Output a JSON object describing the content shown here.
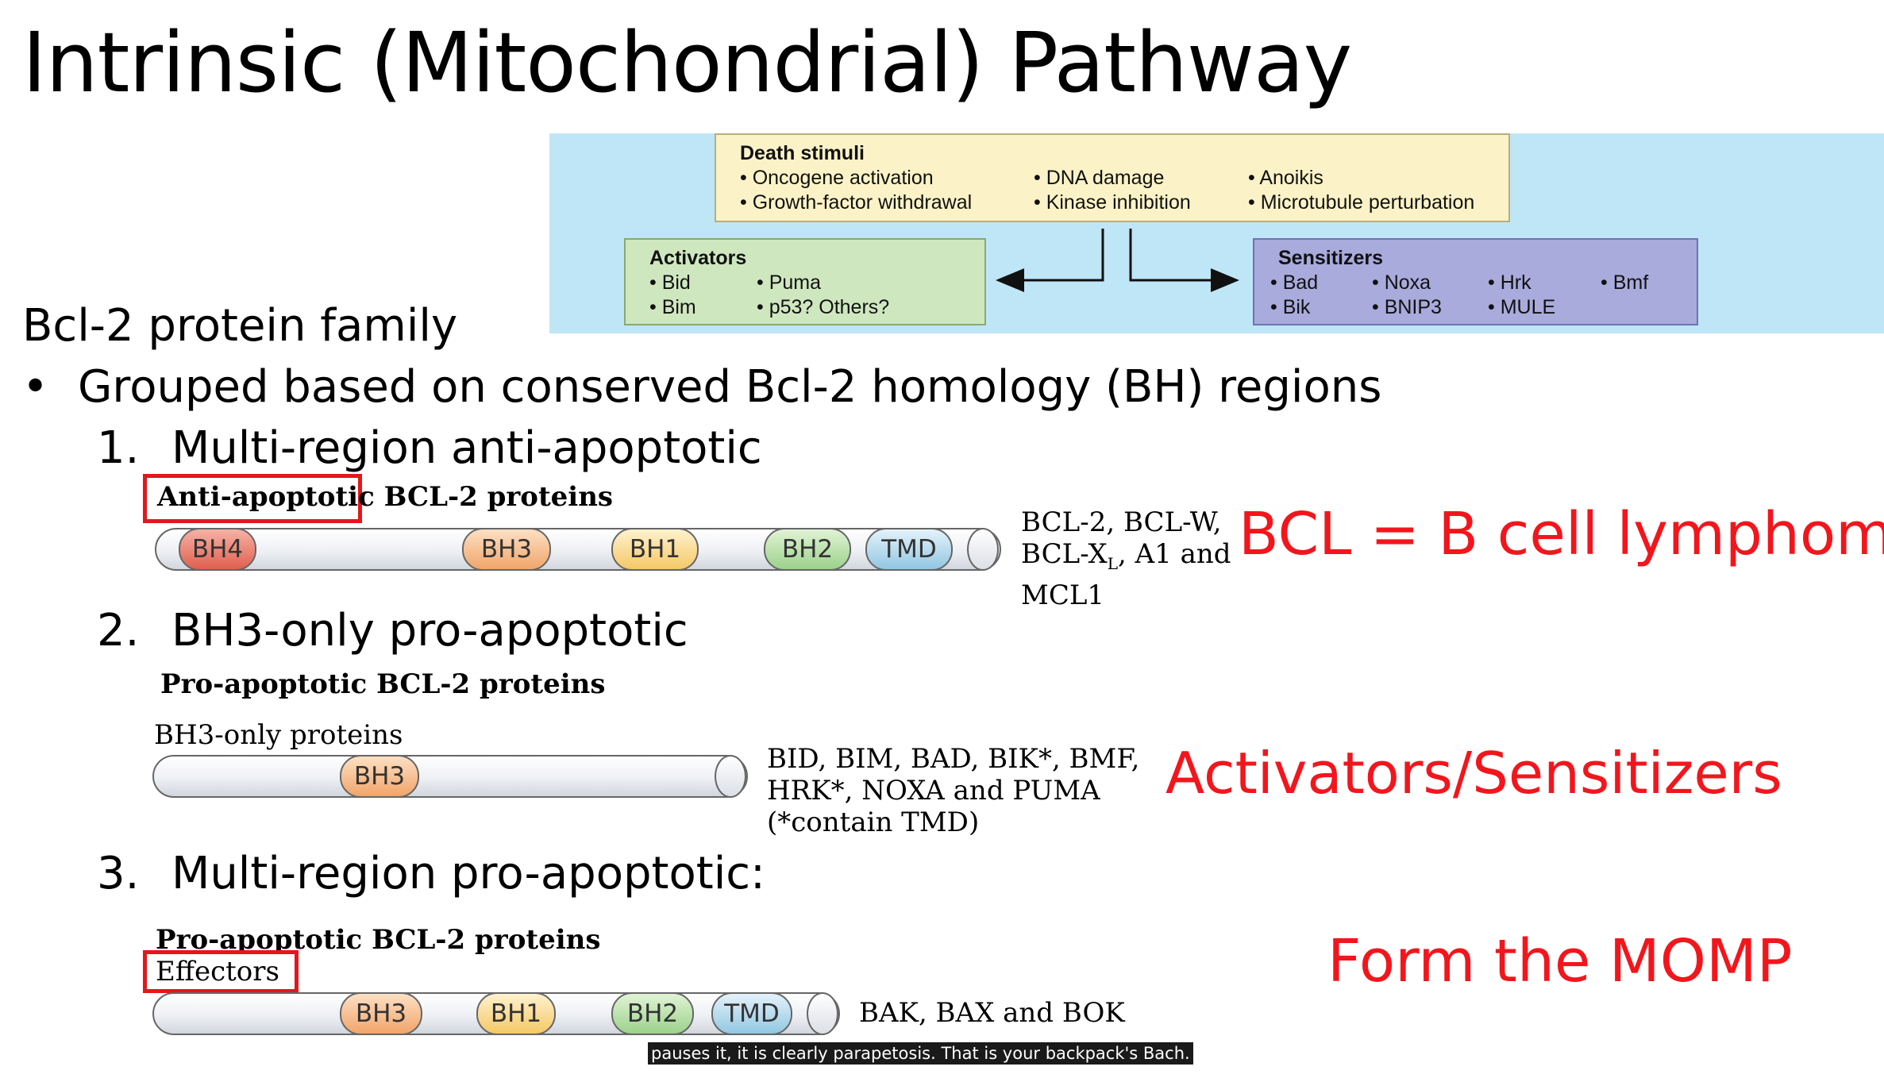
{
  "slide": {
    "title": "Intrinsic (Mitochondrial) Pathway",
    "family_heading": "Bcl-2 protein family",
    "bullet_text": "Grouped based on conserved Bcl-2 homology (BH) regions",
    "items": [
      {
        "num": "1.",
        "label": "Multi-region anti-apoptotic"
      },
      {
        "num": "2.",
        "label": "BH3-only pro-apoptotic"
      },
      {
        "num": "3.",
        "label": "Multi-region pro-apoptotic:"
      }
    ]
  },
  "diagram": {
    "death": {
      "heading": "Death stimuli",
      "items": [
        "• Oncogene activation",
        "• Growth-factor withdrawal",
        "• DNA damage",
        "• Kinase inhibition",
        "• Anoikis",
        "• Microtubule perturbation"
      ]
    },
    "activators": {
      "heading": "Activators",
      "items": [
        "• Bid",
        "• Bim",
        "• Puma",
        "• p53? Others?"
      ]
    },
    "sensitizers": {
      "heading": "Sensitizers",
      "items": [
        "• Bad",
        "• Bik",
        "• Noxa",
        "• BNIP3",
        "• Hrk",
        "• MULE",
        "• Bmf"
      ]
    }
  },
  "anti": {
    "header_boxed": "Anti-apoptotic",
    "header_rest": " BCL-2 proteins",
    "domains": [
      "BH4",
      "BH3",
      "BH1",
      "BH2",
      "TMD"
    ],
    "members_line1": "BCL-2, BCL-W,",
    "members_line2a": "BCL-X",
    "members_sub": "L",
    "members_line2b": ", A1 and",
    "members_line3": "MCL1",
    "annotation": "BCL = B cell lymphoma"
  },
  "bh3only": {
    "header": "Pro-apoptotic BCL-2 proteins",
    "sublabel": "BH3-only proteins",
    "domains": [
      "BH3"
    ],
    "members_line1": "BID, BIM, BAD, BIK*, BMF,",
    "members_line2": "HRK*, NOXA and PUMA",
    "members_line3": "(*contain TMD)",
    "annotation": "Activators/Sensitizers"
  },
  "effectors": {
    "header": "Pro-apoptotic BCL-2 proteins",
    "sublabel": "Effectors",
    "domains": [
      "BH3",
      "BH1",
      "BH2",
      "TMD"
    ],
    "members": "BAK, BAX and BOK",
    "annotation": "Form the MOMP"
  },
  "caption": "pauses it, it is clearly parapetosis. That is your backpack's Bach."
}
